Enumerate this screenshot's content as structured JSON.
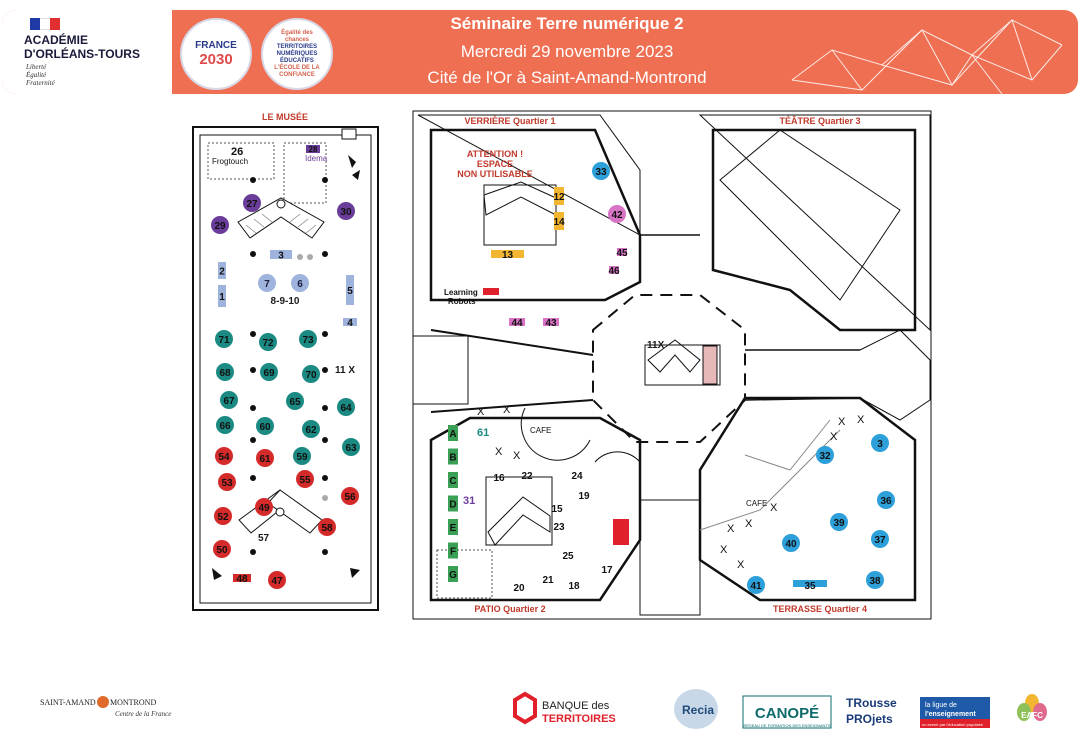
{
  "header": {
    "academie": {
      "name": "ACADÉMIE D'ORLÉANS-TOURS",
      "motto_1": "Liberté",
      "motto_2": "Égalité",
      "motto_3": "Fraternité"
    },
    "badge_france": {
      "line1": "FRANCE",
      "line2": "2030"
    },
    "badge_egalite": {
      "line1": "Égalité des chances",
      "line2": "TERRITOIRES NUMÉRIQUES ÉDUCATIFS",
      "line3": "L'ÉCOLE DE LA CONFIANCE"
    },
    "title": "Séminaire Terre numérique 2",
    "date": "Mercredi 29 novembre 2023",
    "place": "Cité de l'Or à Saint-Amand-Montrond",
    "colors": {
      "banner": "#ef6f52",
      "white": "#ffffff"
    }
  },
  "museum": {
    "title": "LE MUSÉE",
    "box_26": {
      "number": "26",
      "label": "Frogtouch"
    },
    "box_28": {
      "number": "28",
      "label": "Idema"
    },
    "label_8_9_10": "8-9-10",
    "label_11x": "11 X",
    "label_57": "57",
    "circles": [
      {
        "n": "27",
        "c": "#6a3d9a"
      },
      {
        "n": "30",
        "c": "#6a3d9a"
      },
      {
        "n": "29",
        "c": "#6a3d9a"
      },
      {
        "n": "7",
        "c": "#9fb4dc"
      },
      {
        "n": "6",
        "c": "#9fb4dc"
      },
      {
        "n": "71",
        "c": "#1a8a82"
      },
      {
        "n": "72",
        "c": "#1a8a82"
      },
      {
        "n": "73",
        "c": "#1a8a82"
      },
      {
        "n": "68",
        "c": "#1a8a82"
      },
      {
        "n": "69",
        "c": "#1a8a82"
      },
      {
        "n": "70",
        "c": "#1a8a82"
      },
      {
        "n": "67",
        "c": "#1a8a82"
      },
      {
        "n": "65",
        "c": "#1a8a82"
      },
      {
        "n": "64",
        "c": "#1a8a82"
      },
      {
        "n": "66",
        "c": "#1a8a82"
      },
      {
        "n": "60",
        "c": "#1a8a82"
      },
      {
        "n": "62",
        "c": "#1a8a82"
      },
      {
        "n": "63",
        "c": "#1a8a82"
      },
      {
        "n": "59",
        "c": "#1a8a82"
      },
      {
        "n": "54",
        "c": "#d42a2a"
      },
      {
        "n": "61",
        "c": "#d42a2a"
      },
      {
        "n": "55",
        "c": "#d42a2a"
      },
      {
        "n": "53",
        "c": "#d42a2a"
      },
      {
        "n": "49",
        "c": "#d42a2a"
      },
      {
        "n": "56",
        "c": "#d42a2a"
      },
      {
        "n": "52",
        "c": "#d42a2a"
      },
      {
        "n": "58",
        "c": "#d42a2a"
      },
      {
        "n": "50",
        "c": "#d42a2a"
      },
      {
        "n": "47",
        "c": "#d42a2a"
      }
    ],
    "rects": [
      {
        "n": "3",
        "c": "#9fb4dc"
      },
      {
        "n": "2",
        "c": "#9fb4dc"
      },
      {
        "n": "1",
        "c": "#9fb4dc"
      },
      {
        "n": "5",
        "c": "#9fb4dc"
      },
      {
        "n": "4",
        "c": "#9fb4dc"
      },
      {
        "n": "48",
        "c": "#d42a2a"
      }
    ]
  },
  "main": {
    "q1": {
      "title": "VERRIÈRE Quartier 1",
      "warning_1": "ATTENTION !",
      "warning_2": "ESPACE",
      "warning_3": "NON UTILISABLE",
      "learning_1": "Learning",
      "learning_2": "Robots"
    },
    "q2": {
      "title": "PATIO Quartier 2"
    },
    "q3": {
      "title": "TÉÂTRE Quartier 3"
    },
    "q4": {
      "title": "TERRASSE Quartier 4"
    },
    "center_label": "11X",
    "cafe_1": "CAFE",
    "cafe_2": "CAFE",
    "label_61": "61",
    "label_31": "31",
    "q1_items": [
      {
        "n": "12",
        "c": "#f2b632"
      },
      {
        "n": "14",
        "c": "#f2b632"
      },
      {
        "n": "13",
        "c": "#f2b632"
      },
      {
        "n": "44",
        "c": "#d873c5"
      },
      {
        "n": "43",
        "c": "#d873c5"
      },
      {
        "n": "45",
        "c": "#d873c5"
      },
      {
        "n": "46",
        "c": "#d873c5"
      }
    ],
    "q1_circles": [
      {
        "n": "33",
        "c": "#2d9fd9"
      },
      {
        "n": "42",
        "c": "#d873c5"
      }
    ],
    "green_letters": [
      "A",
      "B",
      "C",
      "D",
      "E",
      "F",
      "G"
    ],
    "q2_numbers": [
      "16",
      "22",
      "24",
      "19",
      "15",
      "23",
      "25",
      "17",
      "20",
      "21",
      "18"
    ],
    "q4_circles": [
      "3",
      "32",
      "36",
      "39",
      "40",
      "37",
      "41",
      "38"
    ],
    "q4_rect": "35",
    "colors": {
      "blue": "#2d9fd9",
      "green": "#3aa055",
      "wall": "#111111",
      "title_red": "#c0392b"
    }
  },
  "footer": {
    "saint_amand_1": "SAINT-AMAND",
    "saint_amand_2": "MONTROND",
    "saint_amand_3": "Centre de la France",
    "banque_1": "BANQUE des",
    "banque_2": "TERRITOIRES",
    "recia": "Recia",
    "canope_1": "CANOPÉ",
    "canope_2": "RÉSEAU DE FORMATION DES ENSEIGNANTS",
    "trousse_1": "TRousse",
    "trousse_2": "PROjets",
    "ligue_1": "la ligue de",
    "ligue_2": "l'enseignement",
    "ligue_3": "un avenir par l'éducation populaire",
    "eafc": "EAFC"
  }
}
